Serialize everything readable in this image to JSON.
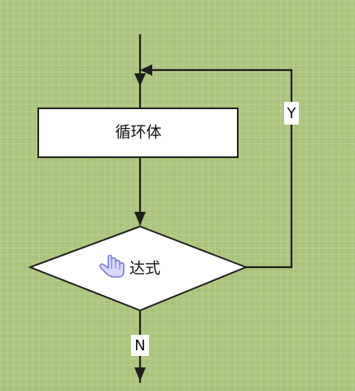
{
  "diagram": {
    "loop_body": "循环体",
    "condition": "达式",
    "yes_label": "Y",
    "no_label": "N"
  },
  "colors": {
    "background": "#abc47c",
    "line": "#1f1f1f",
    "node_fill": "#ffffff"
  },
  "icons": {
    "cursor": "hand-pointer-icon"
  }
}
